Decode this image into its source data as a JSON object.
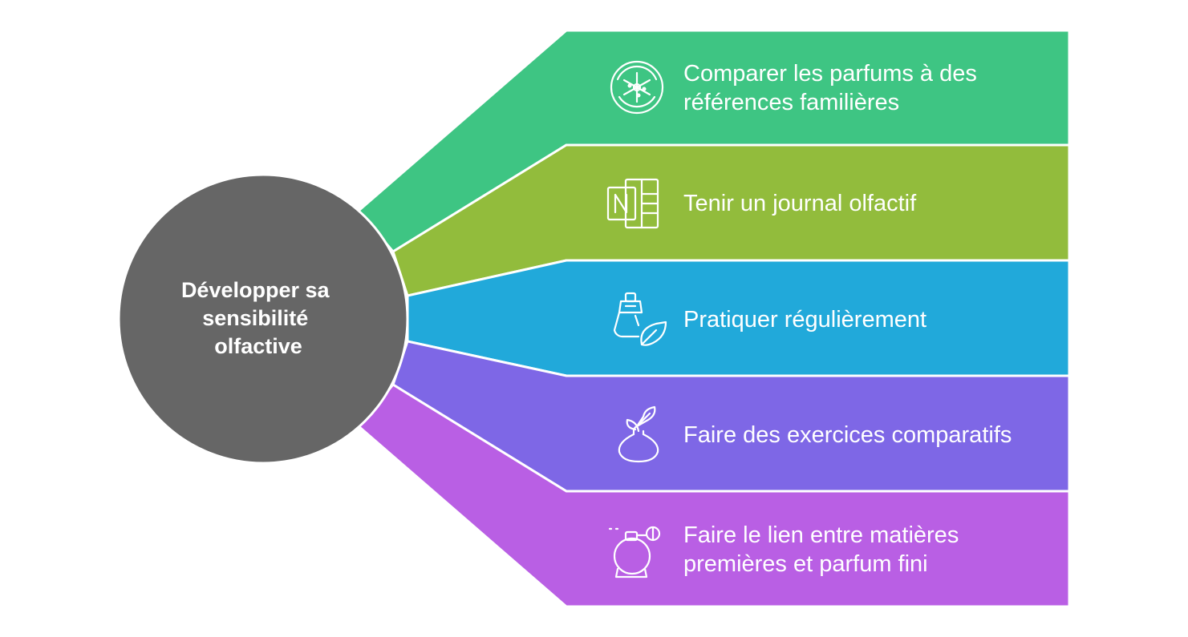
{
  "hub": {
    "lines": [
      "Développer sa",
      "sensibilité",
      "olfactive"
    ],
    "color": "#666666"
  },
  "items": [
    {
      "lines": [
        "Comparer les parfums à des",
        "références familières"
      ],
      "color": "#3EC583",
      "icon": "citrus-slice-icon"
    },
    {
      "lines": [
        "Tenir un journal olfactif"
      ],
      "color": "#92BC3C",
      "icon": "notebook-icon"
    },
    {
      "lines": [
        "Pratiquer régulièrement"
      ],
      "color": "#21A9DA",
      "icon": "diffuser-leaf-icon"
    },
    {
      "lines": [
        "Faire des exercices comparatifs"
      ],
      "color": "#7E67E6",
      "icon": "flower-vase-icon"
    },
    {
      "lines": [
        "Faire le lien entre matières",
        "premières et parfum fini"
      ],
      "color": "#B95FE4",
      "icon": "perfume-bottle-icon"
    }
  ]
}
